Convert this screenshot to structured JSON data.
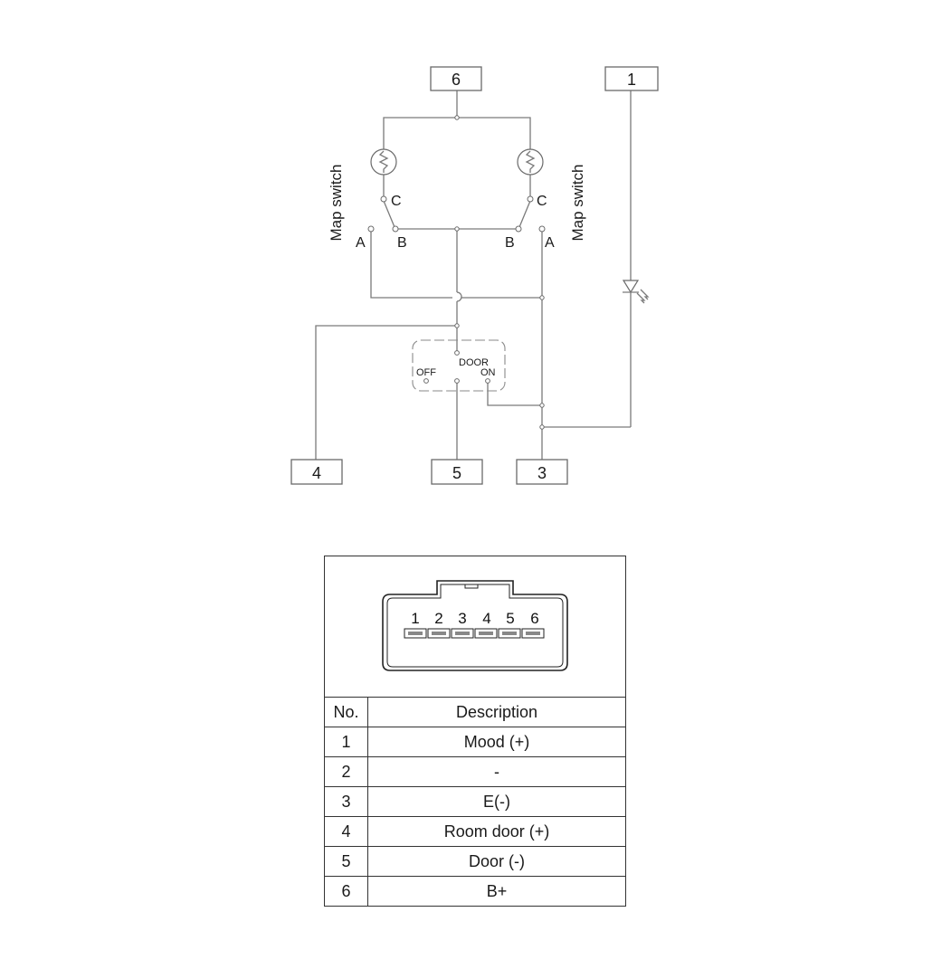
{
  "schematic": {
    "terminals": [
      "6",
      "1",
      "4",
      "5",
      "3"
    ],
    "map_switch_label": "Map switch",
    "contact_labels": {
      "a": "A",
      "b": "B",
      "c": "C"
    },
    "door_switch": {
      "door": "DOOR",
      "off": "OFF",
      "on": "ON"
    }
  },
  "connector": {
    "pins": [
      "1",
      "2",
      "3",
      "4",
      "5",
      "6"
    ]
  },
  "pin_table": {
    "headers": {
      "no": "No.",
      "description": "Description"
    },
    "rows": [
      {
        "no": "1",
        "description": "Mood (+)"
      },
      {
        "no": "2",
        "description": "-"
      },
      {
        "no": "3",
        "description": "E(-)"
      },
      {
        "no": "4",
        "description": "Room door (+)"
      },
      {
        "no": "5",
        "description": "Door (-)"
      },
      {
        "no": "6",
        "description": "B+"
      }
    ]
  }
}
